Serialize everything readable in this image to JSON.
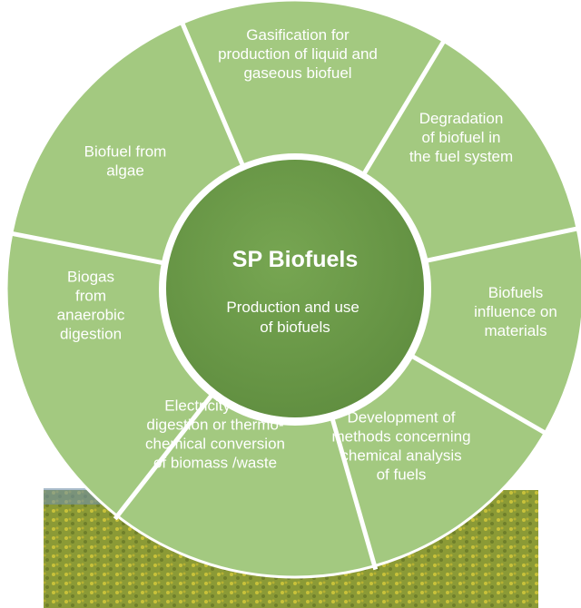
{
  "center": {
    "title": "SP Biofuels",
    "subtitle_lines": [
      "Production and use",
      "of biofuels"
    ]
  },
  "segments": [
    {
      "id": "gasification",
      "lines": [
        "Gasification for",
        "production of liquid and",
        "gaseous biofuel"
      ]
    },
    {
      "id": "degradation",
      "lines": [
        "Degradation",
        "of biofuel in",
        "the fuel system"
      ]
    },
    {
      "id": "materials",
      "lines": [
        "Biofuels",
        "influence on",
        "materials"
      ]
    },
    {
      "id": "chemical-analysis",
      "lines": [
        "Development  of",
        "methods  concerning",
        "chemical analysis",
        "of fuels"
      ]
    },
    {
      "id": "electricity",
      "lines": [
        "Electricity  from",
        "digestion or thermo-",
        "chemical conversion",
        "of  biomass /waste"
      ]
    },
    {
      "id": "biogas",
      "lines": [
        "Biogas",
        "from",
        "anaerobic",
        "digestion"
      ]
    },
    {
      "id": "algae",
      "lines": [
        "Biofuel  from",
        "algae"
      ]
    }
  ],
  "colors": {
    "segment": "#a3c980",
    "divider": "#ffffff",
    "center": "#6a9a48",
    "field": "#8e9b3a",
    "sky": "#6f8fa8"
  }
}
